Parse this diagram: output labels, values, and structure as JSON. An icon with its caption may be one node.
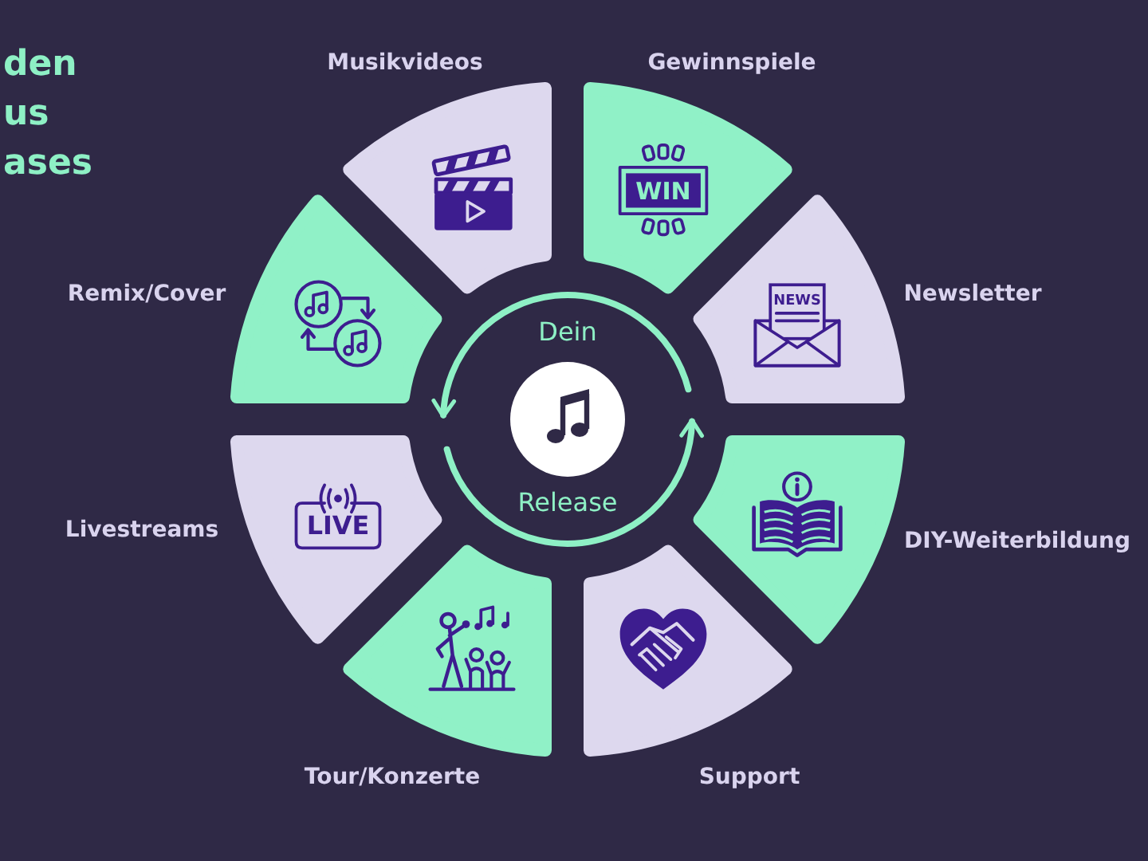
{
  "diagram": {
    "title": "den us ases",
    "nodes": [
      {
        "text": [
          "Dein",
          "Release"
        ]
      },
      {
        "text": [
          "Musikvideos"
        ]
      },
      {
        "text": [
          "Gewinnspiele",
          "WIN"
        ]
      },
      {
        "text": [
          "NEWS",
          "Newsletter"
        ]
      },
      {
        "text": [
          "DIY-Weiterbildung"
        ]
      },
      {
        "text": [
          "Support"
        ]
      },
      {
        "text": [
          "Tour/Konzerte"
        ]
      },
      {
        "text": [
          "Livestreams",
          "LIVE"
        ]
      },
      {
        "text": [
          "Remix/Cover"
        ]
      }
    ]
  }
}
